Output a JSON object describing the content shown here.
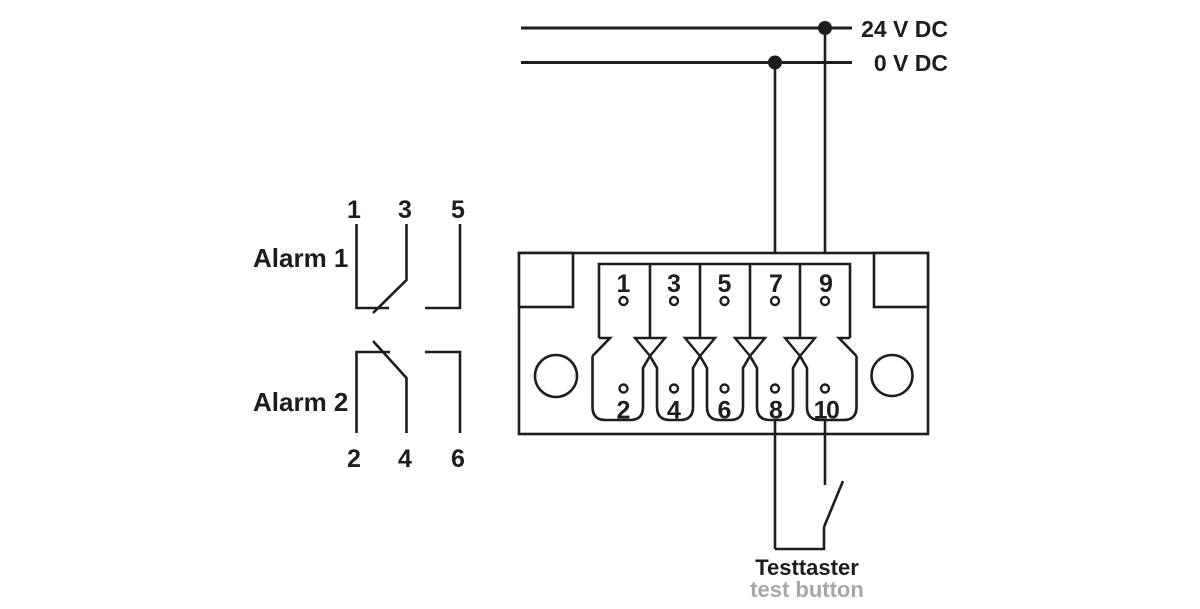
{
  "power_rails": {
    "label_24v": "24 V DC",
    "label_0v": "0 V DC"
  },
  "alarm1": {
    "label": "Alarm 1",
    "terminals": [
      "1",
      "3",
      "5"
    ]
  },
  "alarm2": {
    "label": "Alarm 2",
    "terminals": [
      "2",
      "4",
      "6"
    ]
  },
  "connector": {
    "top_pins": [
      "1",
      "3",
      "5",
      "7",
      "9"
    ],
    "bottom_pins": [
      "2",
      "4",
      "6",
      "8",
      "10"
    ]
  },
  "test_button": {
    "label_primary": "Testtaster",
    "label_secondary": "test button"
  },
  "colors": {
    "line": "#1d1d1b",
    "text": "#1d1d1b",
    "muted_text": "#a7a7a7",
    "background": "#ffffff"
  }
}
